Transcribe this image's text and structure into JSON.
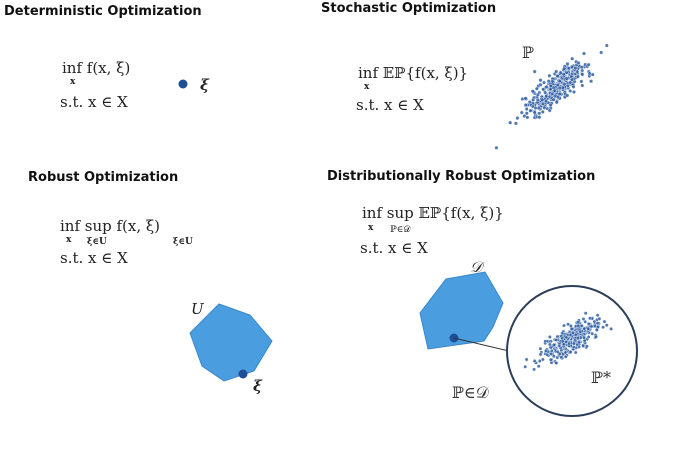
{
  "panels": {
    "deterministic": {
      "title": "Deterministic Optimization",
      "objective": "inf f(x, ξ)",
      "objective_sub": "x",
      "constraint": "s.t. x ∈ X",
      "point_label": "ξ"
    },
    "stochastic": {
      "title": "Stochastic Optimization",
      "objective": "inf 𝔼ℙ{f(x, ξ)}",
      "objective_sub": "x",
      "constraint": "s.t. x ∈ X",
      "distribution_label": "ℙ"
    },
    "robust": {
      "title": "Robust Optimization",
      "objective": "inf  sup  f(x, ξ)",
      "objective_sub_inf": "x",
      "objective_sub_sup": "ξ∈U",
      "aside_label": "ξ∈U",
      "constraint": "s.t. x ∈ X",
      "set_label": "U",
      "point_label": "ξ"
    },
    "dro": {
      "title": "Distributionally Robust Optimization",
      "objective": "inf  sup  𝔼ℙ{f(x, ξ)}",
      "objective_sub_inf": "x",
      "objective_sub_sup": "ℙ∈𝒟",
      "constraint": "s.t. x ∈ X",
      "set_label": "𝒟",
      "member_label": "ℙ∈𝒟",
      "worst_case_label": "ℙ*"
    }
  },
  "colors": {
    "point": "#1f4e96",
    "region": "#4a9ee0",
    "region_edge": "#3b86c8",
    "scatter": "#2f5fa5",
    "circle": "#2a3e5a"
  }
}
